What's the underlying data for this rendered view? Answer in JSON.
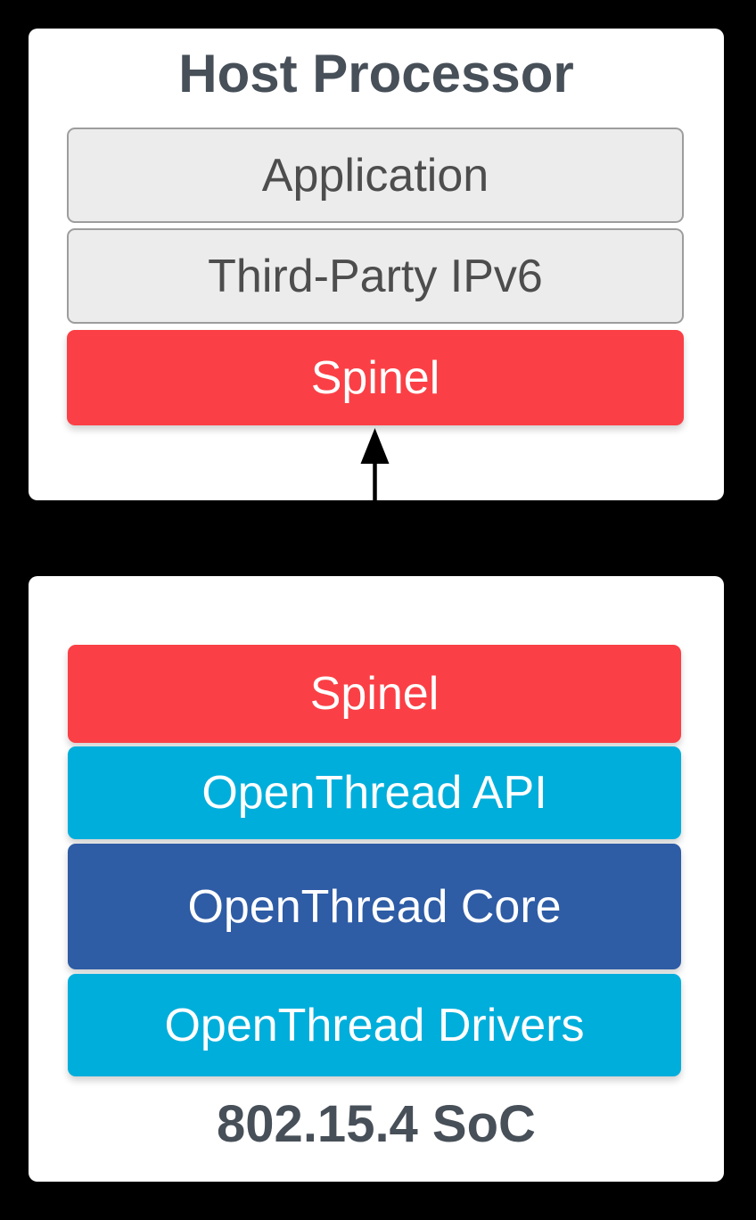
{
  "diagram": {
    "host_card": {
      "title": "Host Processor",
      "layers": [
        {
          "label": "Application"
        },
        {
          "label": "Third-Party IPv6"
        },
        {
          "label": "Spinel"
        }
      ]
    },
    "connector": {
      "icon": "bidirectional-arrow-icon"
    },
    "soc_card": {
      "title": "802.15.4 SoC",
      "layers": [
        {
          "label": "Spinel"
        },
        {
          "label": "OpenThread API"
        },
        {
          "label": "OpenThread Core"
        },
        {
          "label": "OpenThread Drivers"
        }
      ]
    }
  },
  "colors": {
    "background": "#000000",
    "card": "#ffffff",
    "red": "#fa4046",
    "cyan": "#00aedb",
    "blue": "#2e5ca5",
    "gray_fill": "#ececec",
    "gray_border": "#9d9d9d",
    "title_text": "#474f58",
    "gray_text": "#4d4d4d",
    "white_text": "#ffffff",
    "arrow": "#000000"
  }
}
